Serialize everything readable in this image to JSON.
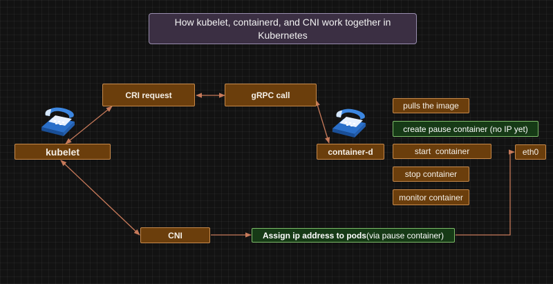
{
  "diagram": {
    "title": "How kubelet, containerd, and CNI work together in Kubernetes",
    "nodes": {
      "cri_request": "CRI request",
      "grpc_call": "gRPC call",
      "kubelet": "kubelet",
      "containerd": "container-d",
      "cni": "CNI",
      "pulls_image": "pulls the image",
      "create_pause": "create pause container (no IP yet)",
      "start_container": "start  container",
      "stop_container": "stop container",
      "monitor_container": "monitor container",
      "eth0": "eth0",
      "assign_ip_bold": "Assign ip address to pods",
      "assign_ip_rest": "(via pause container)"
    },
    "icons": [
      "telephone-icon",
      "telephone-icon"
    ],
    "colors": {
      "node_fill": "#6b3e0c",
      "node_border": "#c98a4a",
      "highlight_fill": "#163a16",
      "highlight_border": "#7fbf6b",
      "title_fill": "#3b2f43",
      "connector": "#c77a5a"
    }
  }
}
